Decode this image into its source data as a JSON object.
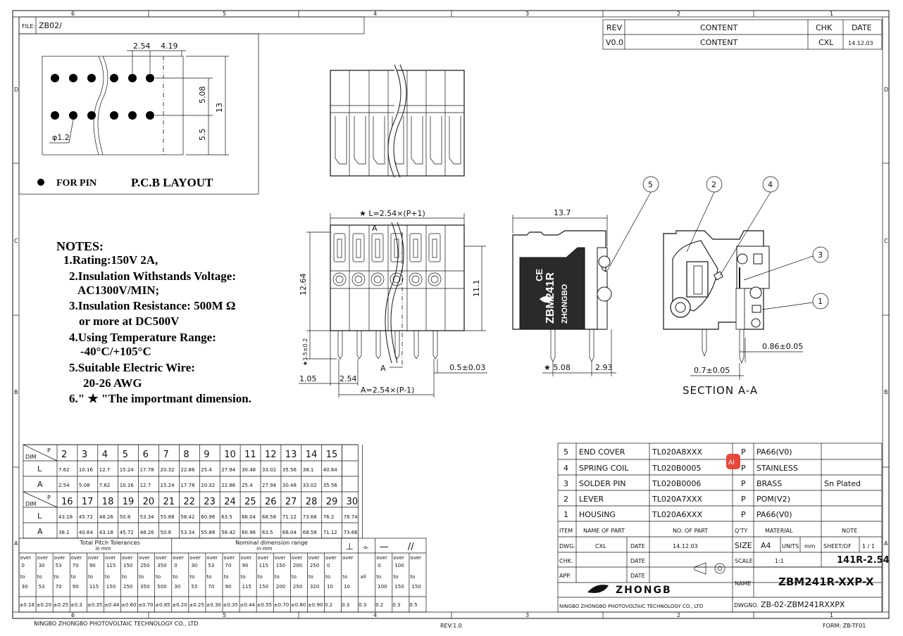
{
  "title_block": {
    "file_label": "FILE:",
    "file_value": "ZB02/",
    "rev_header": {
      "rev": "REV",
      "content": "CONTENT",
      "chk": "CHK",
      "date": "DATE"
    },
    "rev_row": {
      "rev": "V0.0",
      "content": "CONTENT",
      "chk": "CXL",
      "date": "14.12.03"
    },
    "border_top": [
      "6",
      "5",
      "4",
      "3",
      "2",
      "1"
    ],
    "border_side": [
      "D",
      "C",
      "B",
      "A"
    ],
    "footer_left": "NINGBO ZHONGBO PHOTOVOLTAIC TECHNOLOGY CO., LTD",
    "footer_center": "REV:1.0",
    "footer_right": "FORM: ZB-TF01"
  },
  "pcb_layout": {
    "dim_pitch": "2.54",
    "dim_gap": "4.19",
    "dim_row": "5.08",
    "dim_offset": "5.5",
    "dim_height": "13",
    "dim_hole": "φ1.2",
    "legend": "FOR PIN",
    "title": "P.C.B LAYOUT"
  },
  "notes": {
    "heading": "NOTES:",
    "lines": [
      "1.Rating:150V 2A,",
      "2.Insulation Withstands Voltage:",
      "AC1300V/MIN;",
      "3.Insulation Resistance: 500M Ω",
      "or more at DC500V",
      "4.Using Temperature Range:",
      "-40°C/+105°C",
      "5.Suitable Electric Wire:",
      "20-26  AWG",
      "6.\" ★ \"The importmant dimension."
    ]
  },
  "front_view": {
    "dim_L": "★ L=2.54×(P+1)",
    "sect_A": "A",
    "dim_1264": "12.64",
    "dim_111": "11.1",
    "dim_35": "★3.5±0.2",
    "dim_105": "1.05",
    "dim_254": "2.54",
    "dim_A": "A=2.54×(P-1)",
    "dim_05": "0.5±0.03"
  },
  "side_view": {
    "dim_137": "13.7",
    "dim_508": "★ 5.08",
    "dim_293": "2.93",
    "brand": "ZHONGBO",
    "model": "ZBM241R",
    "ce": "CE"
  },
  "section_view": {
    "callouts": [
      "5",
      "2",
      "4",
      "3",
      "1"
    ],
    "dim_086": "0.86±0.05",
    "dim_07": "0.7±0.05",
    "title": "SECTION A-A"
  },
  "dim_table": {
    "corner_p": "P",
    "corner_dim": "DIM",
    "row_L": "L",
    "row_A": "A",
    "p1": [
      "2",
      "3",
      "4",
      "5",
      "6",
      "7",
      "8",
      "9",
      "10",
      "11",
      "12",
      "13",
      "14",
      "15"
    ],
    "L1": [
      "7.62",
      "10.16",
      "12.7",
      "15.24",
      "17.78",
      "20.32",
      "22.86",
      "25.4",
      "27.94",
      "30.48",
      "33.02",
      "35.56",
      "38.1",
      "40.64"
    ],
    "A1": [
      "2.54",
      "5.08",
      "7.62",
      "10.16",
      "12.7",
      "15.24",
      "17.78",
      "20.32",
      "22.86",
      "25.4",
      "27.94",
      "30.48",
      "33.02",
      "35.56"
    ],
    "p2": [
      "16",
      "17",
      "18",
      "19",
      "20",
      "21",
      "22",
      "23",
      "24",
      "25",
      "26",
      "27",
      "28",
      "29",
      "30"
    ],
    "L2": [
      "43.18",
      "45.72",
      "48.26",
      "50.8",
      "53.34",
      "55.88",
      "58.42",
      "60.96",
      "63.5",
      "66.04",
      "68.58",
      "71.12",
      "73.66",
      "76.2",
      "78.74"
    ],
    "A2": [
      "38.1",
      "40.64",
      "43.18",
      "45.72",
      "48.26",
      "50.8",
      "53.34",
      "55.88",
      "58.42",
      "60.96",
      "63.5",
      "66.04",
      "68.58",
      "71.12",
      "73.66"
    ]
  },
  "tolerance_table": {
    "title_left": "Total Pitch Tolerances",
    "title_left_unit": "in mm",
    "title_mid": "Nominal dimension range",
    "title_mid_unit": "in mm",
    "symbols": [
      "⊥",
      "⌯",
      "—",
      "//"
    ],
    "over": "over",
    "to": "to",
    "all": "all",
    "col_from": [
      "0",
      "30",
      "53",
      "70",
      "90",
      "115",
      "150",
      "250",
      "350",
      "0",
      "30",
      "53",
      "70",
      "90",
      "115",
      "150",
      "200",
      "250",
      "0",
      "",
      "",
      "0",
      "100",
      ""
    ],
    "col_to": [
      "30",
      "53",
      "70",
      "90",
      "115",
      "150",
      "250",
      "350",
      "500",
      "30",
      "53",
      "70",
      "90",
      "115",
      "150",
      "200",
      "250",
      "320",
      "10",
      "10",
      "",
      "100",
      "150",
      "150"
    ],
    "values": [
      "±0.18",
      "±0.20",
      "±0.25",
      "±0.3",
      "±0.35",
      "±0.44",
      "±0.60",
      "±0.70",
      "±0.85",
      "±0.20",
      "±0.25",
      "±0.30",
      "±0.35",
      "±0.44",
      "±0.55",
      "±0.70",
      "±0.80",
      "±0.90",
      "0.2",
      "0.3",
      "0.3",
      "0.2",
      "0.3",
      "0.5"
    ]
  },
  "bom": {
    "rows": [
      {
        "item": "5",
        "name": "END COVER",
        "no": "TL020A8XXX",
        "qty": "P",
        "material": "PA66(V0)",
        "note": ""
      },
      {
        "item": "4",
        "name": "SPRING COIL",
        "no": "TL020B0005",
        "qty": "P",
        "material": "STAINLESS",
        "note": ""
      },
      {
        "item": "3",
        "name": "SOLDER PIN",
        "no": "TL020B0006",
        "qty": "P",
        "material": "BRASS",
        "note": "Sn Plated"
      },
      {
        "item": "2",
        "name": "LEVER",
        "no": "TL020A7XXX",
        "qty": "P",
        "material": "POM(V2)",
        "note": ""
      },
      {
        "item": "1",
        "name": "HOUSING",
        "no": "TL020A6XXX",
        "qty": "P",
        "material": "PA66(V0)",
        "note": ""
      }
    ],
    "header": {
      "item": "ITEM",
      "name": "NAME OF PART",
      "no": "NO. OF PART",
      "qty": "Q'TY",
      "material": "MATERIAL",
      "note": "NOTE"
    },
    "dwg": "DWG.",
    "dwg_by": "CXL",
    "date": "DATE",
    "dwg_date": "14.12.03",
    "size": "SIZE",
    "size_val": "A4",
    "units": "UNITS",
    "units_val": "mm",
    "sheet": "SHEET/OF",
    "sheet_val": "1 / 1",
    "chk": "CHK.",
    "app": "APP.",
    "scale": "SCALE",
    "scale_val": "1:1",
    "part_code": "141R-2.54",
    "name_label": "NAME",
    "name_val": "ZBM241R-XXP-X",
    "logo_text": "ZHONGB",
    "company": "NINGBO ZHONGBO PHOTOVOLTAIC TECHNOLOGY CO., LTD",
    "dwgno_label": "DWGNO.",
    "dwgno_val": "ZB-02-ZBM241RXXPX",
    "ai_badge": "AI"
  }
}
